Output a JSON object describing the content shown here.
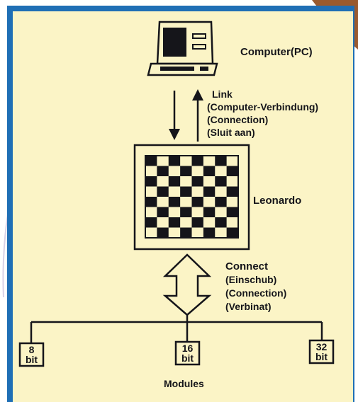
{
  "computer": {
    "label": "Computer(PC)"
  },
  "link": {
    "title": "Link",
    "lines": [
      "(Computer-Verbindung)",
      "(Connection)",
      "(Sluit aan)"
    ]
  },
  "board": {
    "label": "Leonardo",
    "rows": 8,
    "cols": 8
  },
  "connect": {
    "title": "Connect",
    "lines": [
      "(Einschub)",
      "(Connection)",
      "(Verbinat)"
    ]
  },
  "modules": {
    "label": "Modules",
    "items": [
      {
        "num": "8",
        "unit": "bit"
      },
      {
        "num": "16",
        "unit": "bit"
      },
      {
        "num": "32",
        "unit": "bit"
      }
    ]
  },
  "colors": {
    "panel": "#fbf4c6",
    "frame": "#1f6fb5",
    "ink": "#15151a",
    "board_light": "#fbf4c6",
    "board_dark": "#15151a",
    "corner": "#9a5a2e"
  }
}
